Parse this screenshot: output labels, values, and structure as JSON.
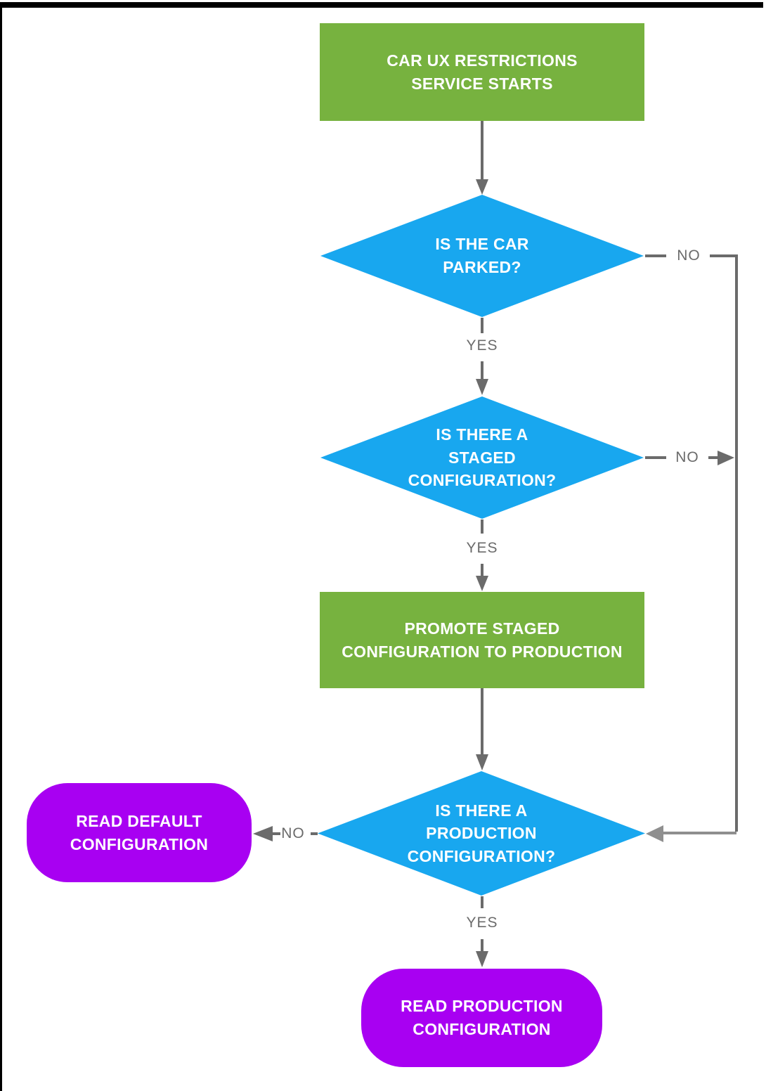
{
  "diagram": {
    "type": "flowchart",
    "colors": {
      "process_green": "#77B23F",
      "decision_blue": "#18A7EF",
      "terminal_purple": "#A800F2",
      "connector_gray": "#6B6B6B",
      "connector_light_gray": "#8F8F8F",
      "text_white": "#FFFFFF",
      "frame_black": "#000000"
    },
    "nodes": {
      "start": {
        "type": "process",
        "lines": [
          "CAR UX RESTRICTIONS",
          "SERVICE STARTS"
        ]
      },
      "is_car_parked": {
        "type": "decision",
        "lines": [
          "IS THE CAR",
          "PARKED?"
        ]
      },
      "is_staged_config": {
        "type": "decision",
        "lines": [
          "IS THERE A",
          "STAGED",
          "CONFIGURATION?"
        ]
      },
      "promote_staged": {
        "type": "process",
        "lines": [
          "PROMOTE STAGED",
          "CONFIGURATION TO PRODUCTION"
        ]
      },
      "is_production_config": {
        "type": "decision",
        "lines": [
          "IS THERE A",
          "PRODUCTION",
          "CONFIGURATION?"
        ]
      },
      "read_default": {
        "type": "terminal",
        "lines": [
          "READ DEFAULT",
          "CONFIGURATION"
        ]
      },
      "read_production": {
        "type": "terminal",
        "lines": [
          "READ PRODUCTION",
          "CONFIGURATION"
        ]
      }
    },
    "edge_labels": {
      "parked_yes": "YES",
      "parked_no": "NO",
      "staged_yes": "YES",
      "staged_no": "NO",
      "production_yes": "YES",
      "production_no": "NO"
    }
  }
}
